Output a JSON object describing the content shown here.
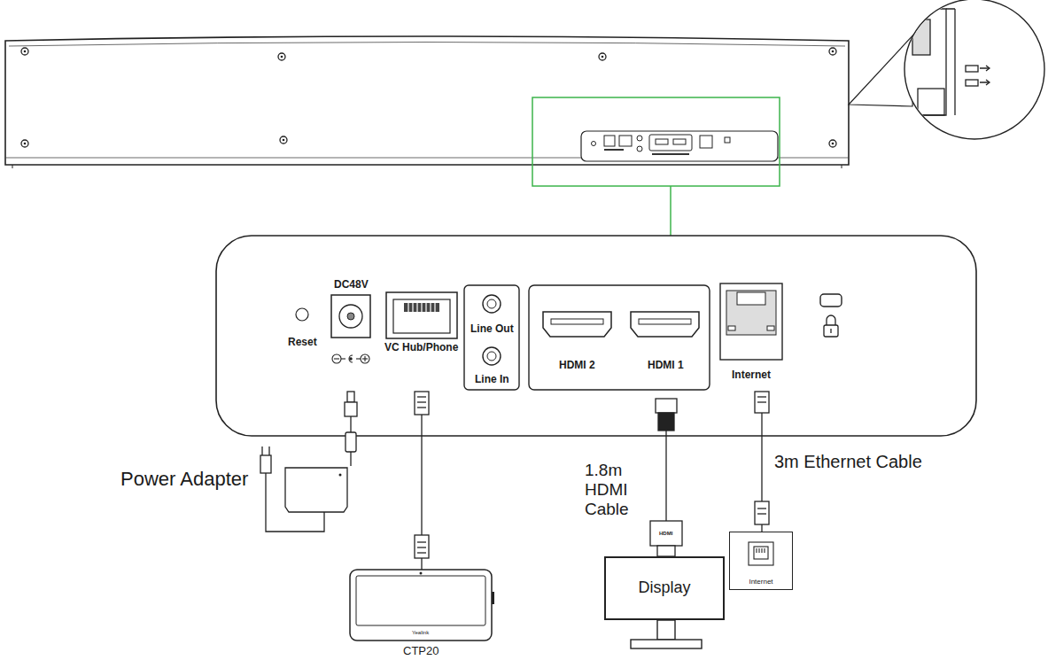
{
  "diagram": {
    "nodes": [
      {
        "text": [
          "Display"
        ]
      },
      {
        "text": [
          "Internet"
        ]
      }
    ],
    "labels": [
      "Reset",
      "DC48V",
      "VC Hub/Phone",
      "Line Out",
      "Line In",
      "HDMI 2",
      "HDMI 1",
      "Internet",
      "Power Adapter",
      "1.8m HDMI Cable",
      "HDMI",
      "3m Ethernet Cable",
      "Yealink",
      "CTP20"
    ]
  }
}
